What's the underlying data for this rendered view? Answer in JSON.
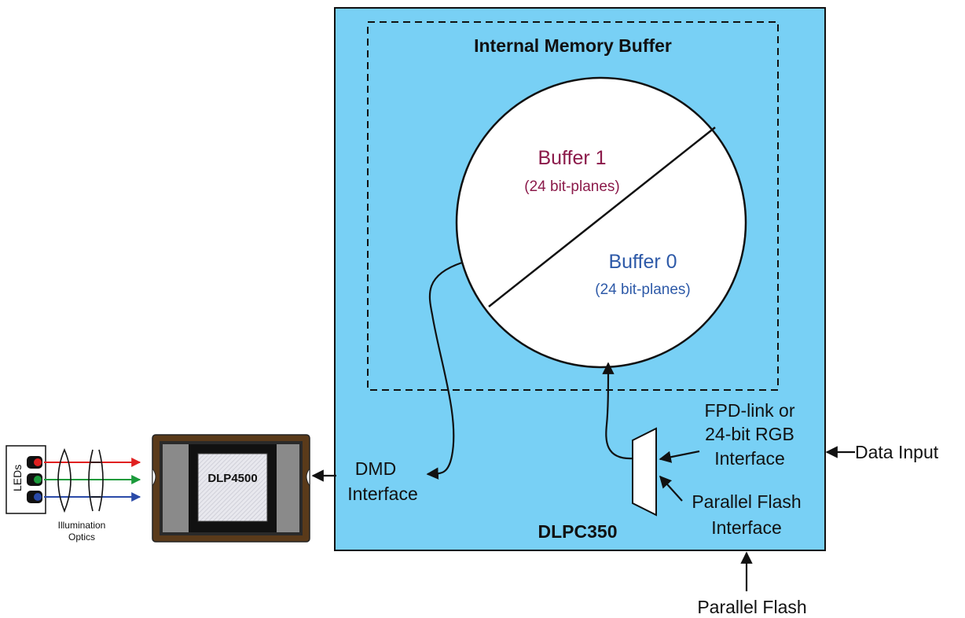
{
  "diagram": {
    "buffer_title": "Internal Memory Buffer",
    "buffer1_label": "Buffer 1",
    "buffer1_sub": "(24 bit-planes)",
    "buffer0_label": "Buffer 0",
    "buffer0_sub": "(24 bit-planes)",
    "fpd_line1": "FPD-link or",
    "fpd_line2": "24-bit RGB",
    "fpd_line3": "Interface",
    "data_input": "Data Input",
    "flash_if_line1": "Parallel Flash",
    "flash_if_line2": "Interface",
    "controller_label": "DLPC350",
    "dmd_if_line1": "DMD",
    "dmd_if_line2": "Interface",
    "chip_label": "DLP4500",
    "leds_label": "LEDs",
    "optics_line1": "Illumination",
    "optics_line2": "Optics",
    "parallel_flash": "Parallel Flash"
  },
  "colors": {
    "controller_fill": "#78d0f5",
    "buffer1_text": "#8b1a4a",
    "buffer0_text": "#2e5aa8",
    "led_red": "#e02020",
    "led_green": "#1a9a3a",
    "led_blue": "#2a4aa8",
    "chip_frame": "#5a3a1a"
  }
}
